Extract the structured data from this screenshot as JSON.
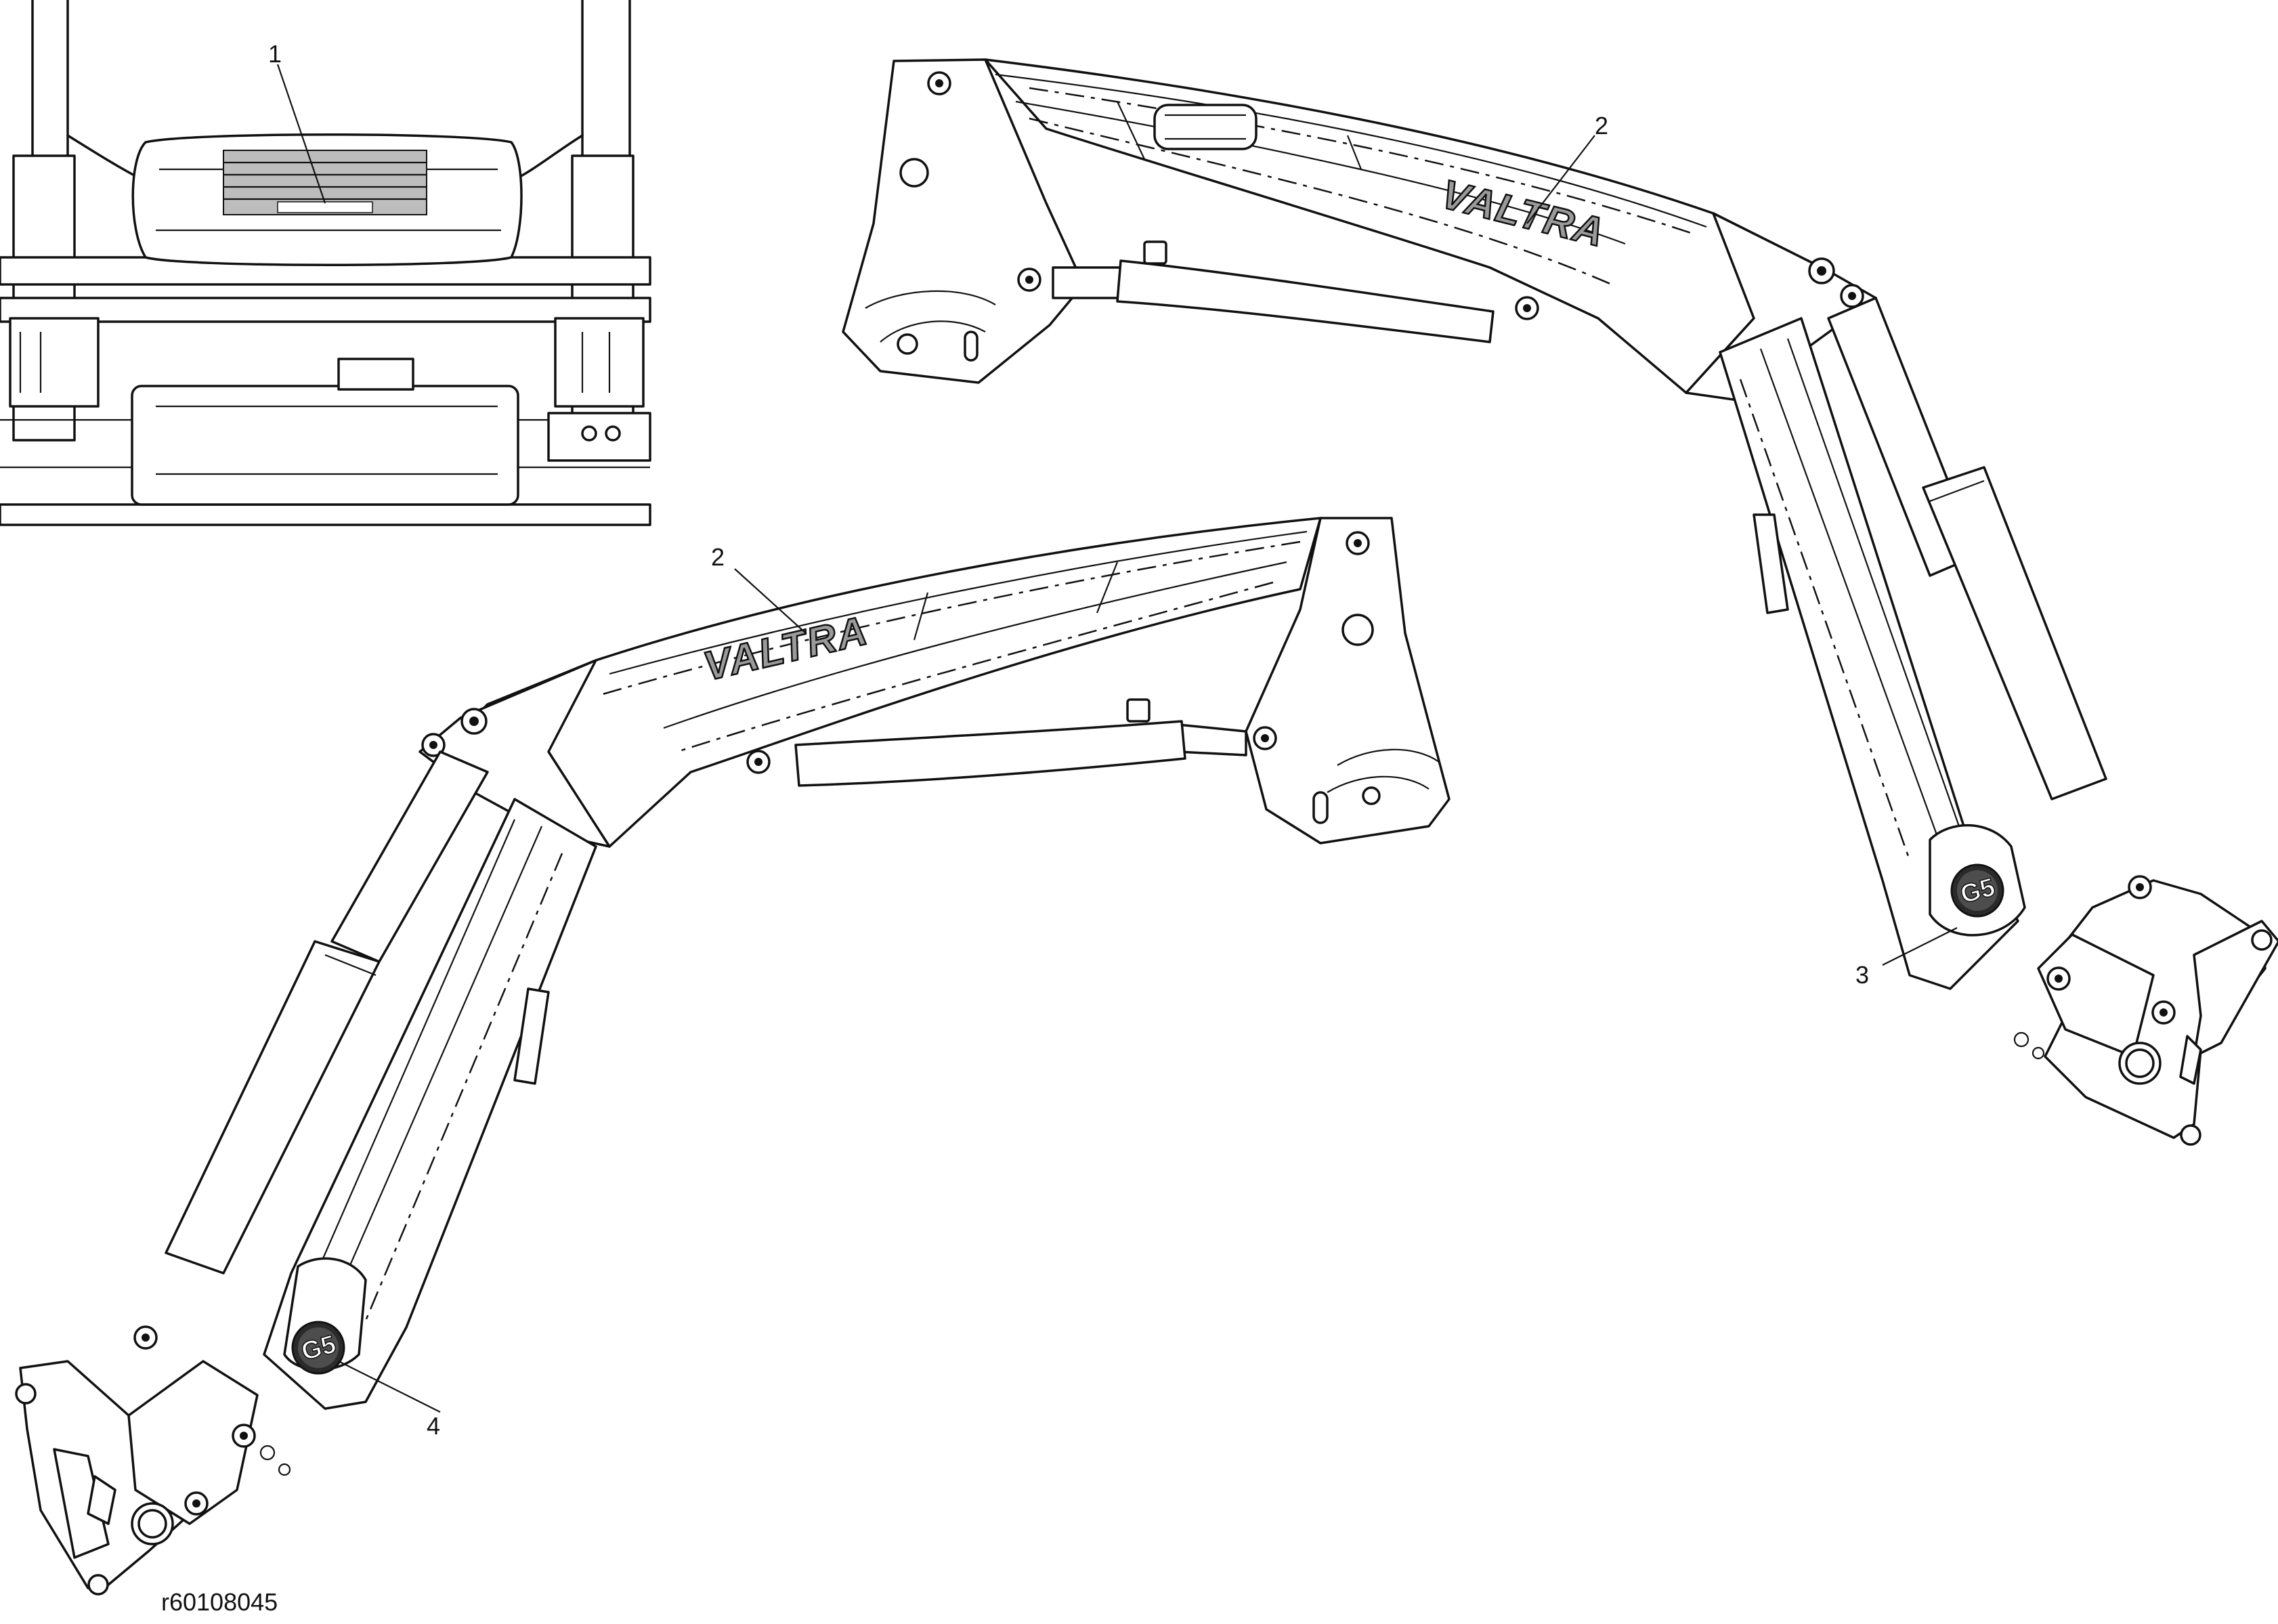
{
  "figure_id": "r60108045",
  "callouts": [
    {
      "number": "1"
    },
    {
      "number": "2"
    },
    {
      "number": "2"
    },
    {
      "number": "3"
    },
    {
      "number": "4"
    }
  ],
  "decals": {
    "brand_logo": "VALTRA",
    "model_badge": "G5"
  },
  "colors": {
    "line": "#111111",
    "decal_fill": "#9a9a9a",
    "badge_fill": "#2a2a2a",
    "background": "#ffffff"
  }
}
